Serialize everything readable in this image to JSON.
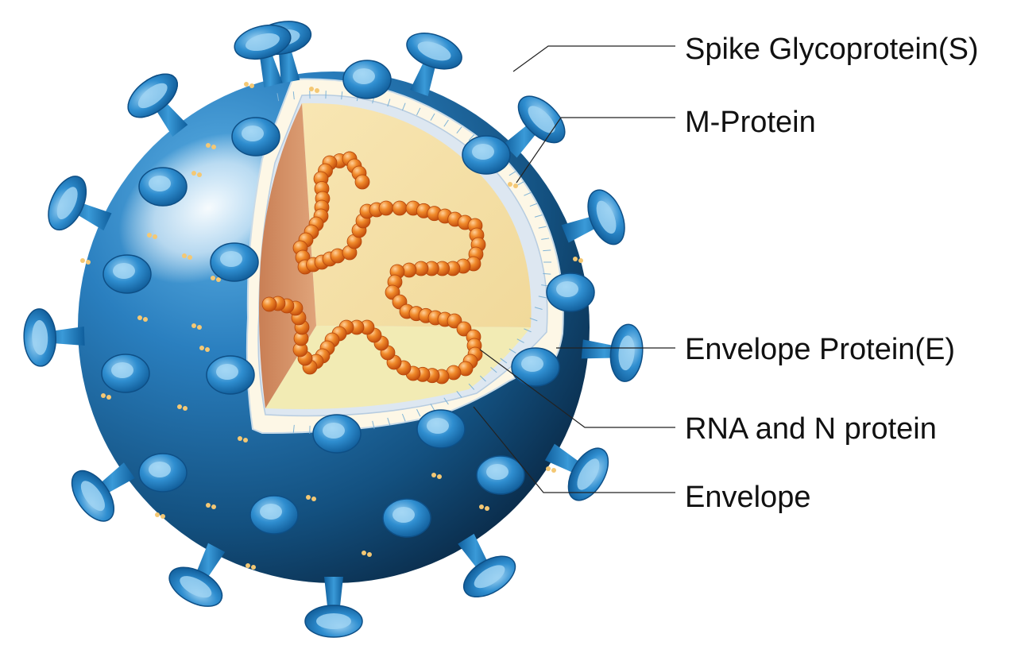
{
  "labels": {
    "spike": "Spike Glycoprotein(S)",
    "m_protein": "M-Protein",
    "envelope_protein": "Envelope Protein(E)",
    "rna_n": "RNA and N protein",
    "envelope": "Envelope"
  },
  "colors": {
    "shell_light": "#2f86c2",
    "shell_dark": "#0d3558",
    "spike_blue": "#1e7fc4",
    "spike_highlight": "#8cc8ee",
    "lipid_layer": "#fdf6e3",
    "inner_membrane": "#dbe6f0",
    "core_face": "#f6e1a8",
    "core_floor": "#f3ecb6",
    "core_side": "#d9956a",
    "rna_orange": "#ef7d1c",
    "dots_yellow": "#f4c874",
    "leader_line": "#222222"
  }
}
